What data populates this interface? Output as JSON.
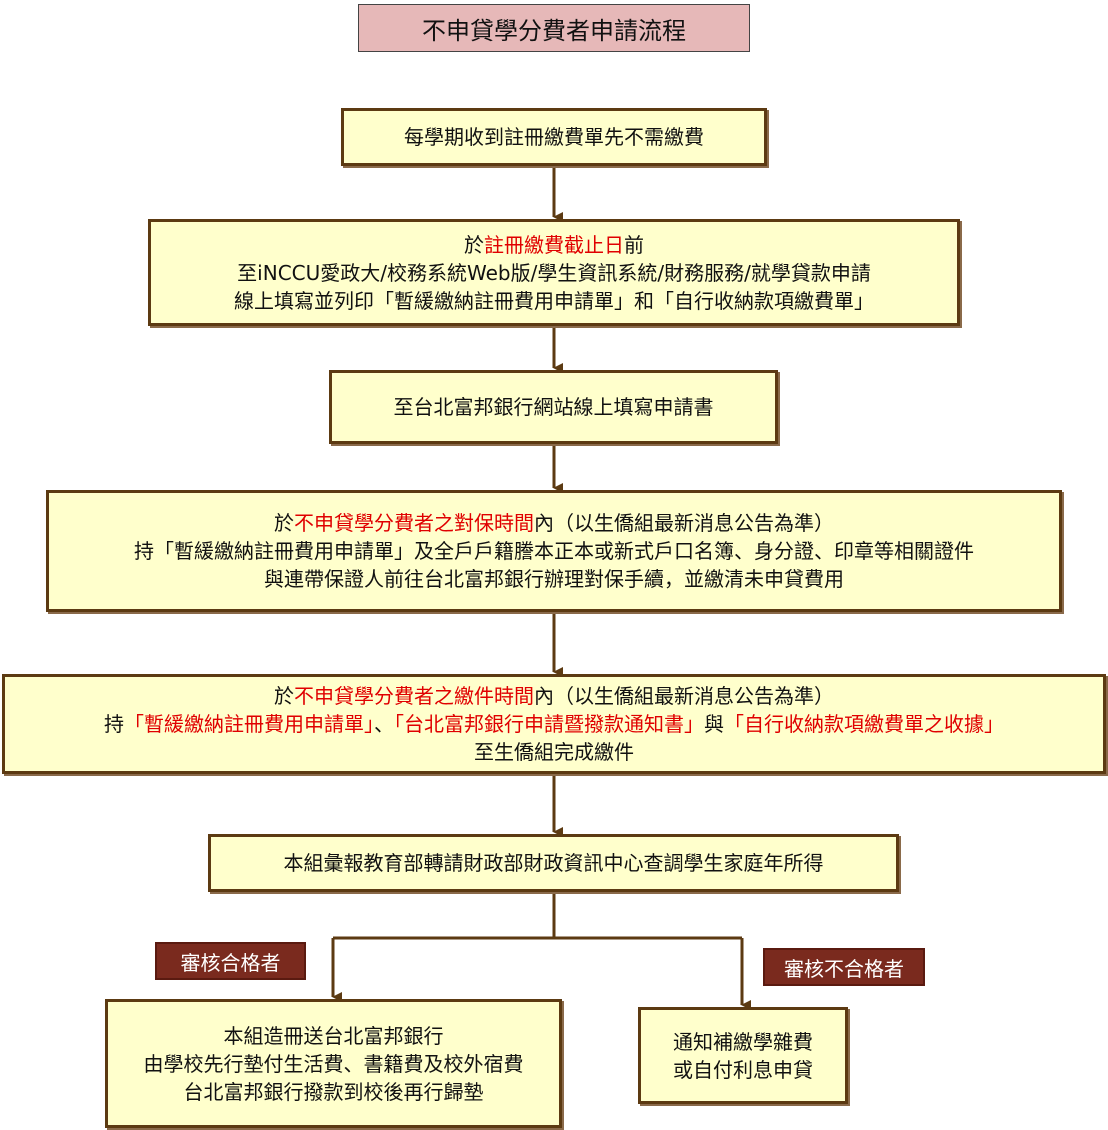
{
  "title": "不申貸學分費者申請流程",
  "steps": {
    "s1": "每學期收到註冊繳費單先不需繳費",
    "s2": {
      "l1a": "於",
      "l1b": "註冊繳費截止日",
      "l1c": "前",
      "l2": "至iNCCU愛政大/校務系統Web版/學生資訊系統/財務服務/就學貸款申請",
      "l3": "線上填寫並列印「暫緩繳納註冊費用申請單」和「自行收納款項繳費單」"
    },
    "s3": "至台北富邦銀行網站線上填寫申請書",
    "s4": {
      "l1a": "於",
      "l1b": "不申貸學分費者之對保時間",
      "l1c": "內（以生僑組最新消息公告為準）",
      "l2": "持「暫緩繳納註冊費用申請單」及全戶戶籍謄本正本或新式戶口名簿、身分證、印章等相關證件",
      "l3": "與連帶保證人前往台北富邦銀行辦理對保手續，並繳清未申貸費用"
    },
    "s5": {
      "l1a": "於",
      "l1b": "不申貸學分費者之繳件時間",
      "l1c": "內（以生僑組最新消息公告為準）",
      "l2a": "持",
      "l2b": "「暫緩繳納註冊費用申請單」",
      "l2c": "、",
      "l2d": "「台北富邦銀行申請暨撥款通知書」",
      "l2e": "與",
      "l2f": "「自行收納款項繳費單之收據」",
      "l3": "至生僑組完成繳件"
    },
    "s6": "本組彙報教育部轉請財政部財政資訊中心查調學生家庭年所得",
    "pass": {
      "label": "審核合格者",
      "l1": "本組造冊送台北富邦銀行",
      "l2": "由學校先行墊付生活費、書籍費及校外宿費",
      "l3": "台北富邦銀行撥款到校後再行歸墊"
    },
    "fail": {
      "label": "審核不合格者",
      "l1": "通知補繳學雜費",
      "l2": "或自付利息申貸"
    }
  },
  "colors": {
    "box_fill": "#ffffcc",
    "border": "#5c3a12",
    "highlight": "#e00000",
    "title_fill": "#e6b8b8",
    "tag_fill": "#7a2a1e"
  }
}
